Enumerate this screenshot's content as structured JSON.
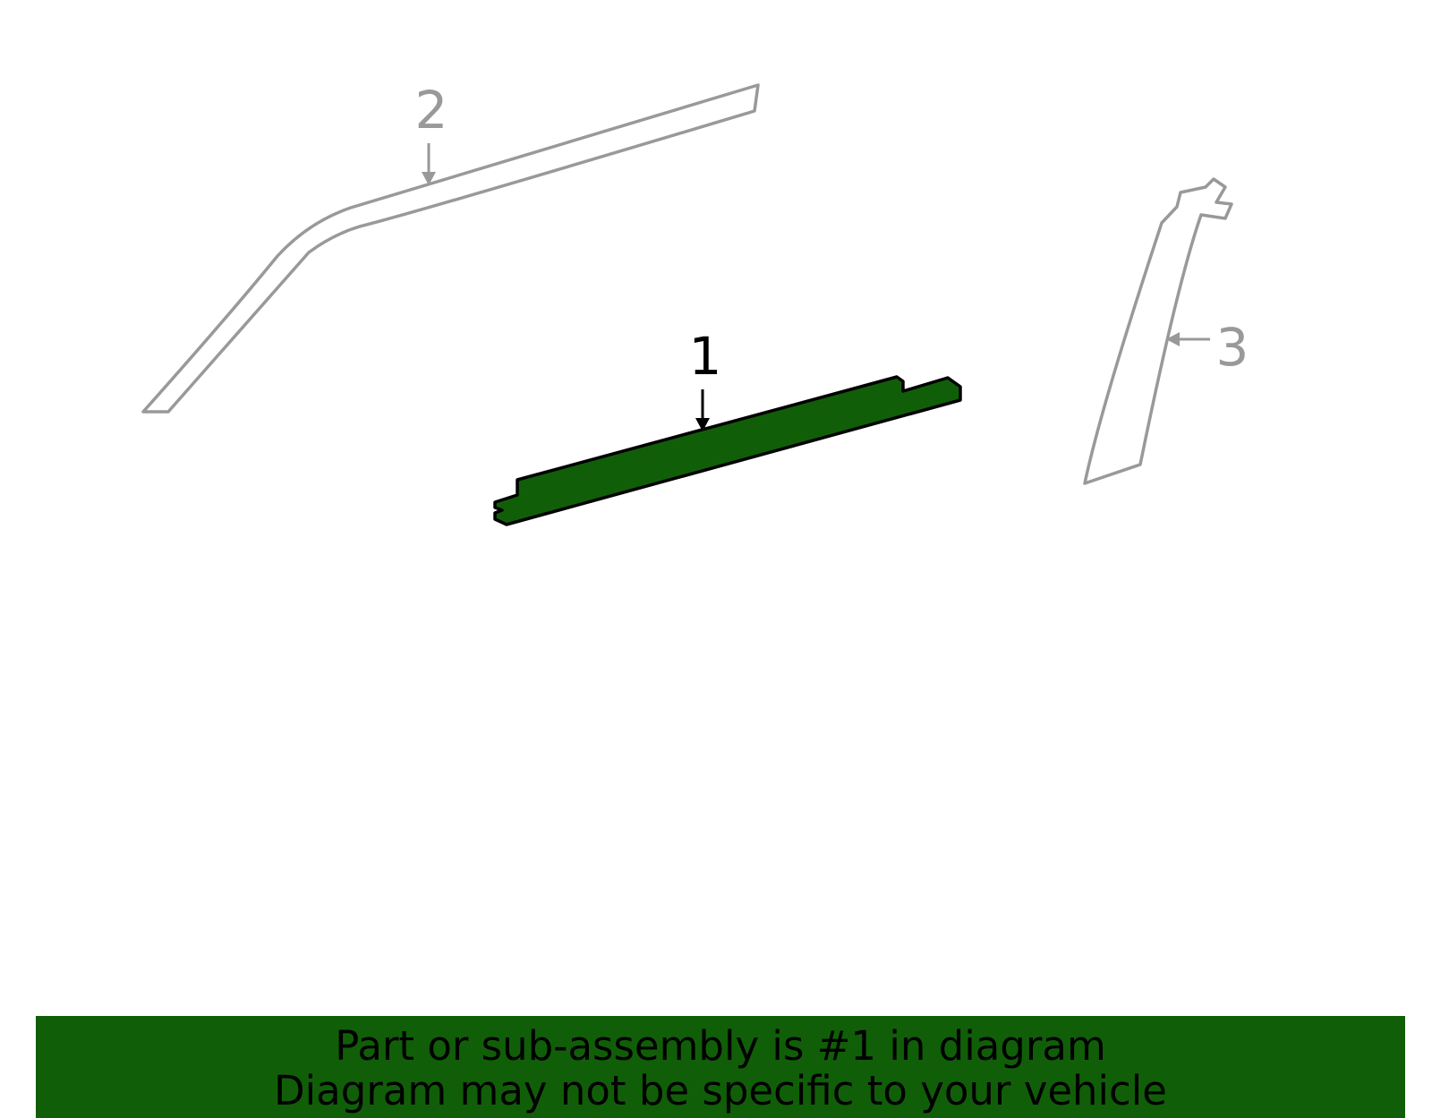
{
  "colors": {
    "highlight_fill": "#115e09",
    "highlight_stroke": "#000000",
    "other_parts_stroke": "#999999",
    "banner_background": "#115e09",
    "banner_text": "#000000",
    "background": "#ffffff"
  },
  "parts": [
    {
      "number": "1",
      "highlighted": true
    },
    {
      "number": "2",
      "highlighted": false
    },
    {
      "number": "3",
      "highlighted": false
    }
  ],
  "banner": {
    "line1": "Part or sub-assembly is #1 in diagram",
    "line2": "Diagram may not be specific to your vehicle"
  }
}
